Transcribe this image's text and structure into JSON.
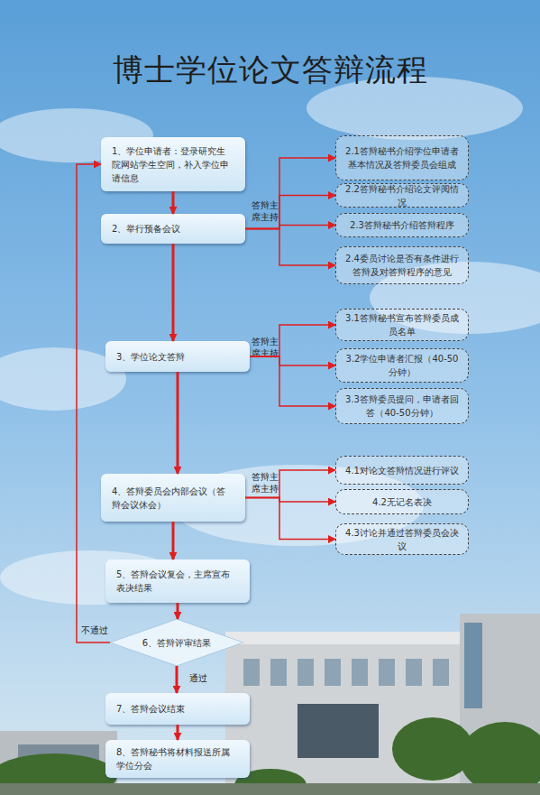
{
  "diagram": {
    "title": "博士学位论文答辩流程",
    "nodes": [
      {
        "text": [
          "1、学位申请者：登录研究生院网站学生空间，补入学位申请信息"
        ]
      },
      {
        "text": [
          "2、举行预备会议"
        ]
      },
      {
        "text": [
          "2.1答辩秘书介绍学位申请者基本情况及答辩委员会组成"
        ]
      },
      {
        "text": [
          "2.2答辩秘书介绍论文评阅情况"
        ]
      },
      {
        "text": [
          "2.3答辩秘书介绍答辩程序"
        ]
      },
      {
        "text": [
          "2.4委员讨论是否有条件进行答辩及对答辩程序的意见"
        ]
      },
      {
        "text": [
          "3、学位论文答辩"
        ]
      },
      {
        "text": [
          "3.1答辩秘书宣布答辩委员成员名单"
        ]
      },
      {
        "text": [
          "3.2学位申请者汇报（40-50分钟）"
        ]
      },
      {
        "text": [
          "3.3答辩委员提问，申请者回答（40-50分钟）"
        ]
      },
      {
        "text": [
          "4、答辩委员会内部会议（答辩会议休会）"
        ]
      },
      {
        "text": [
          "4.1对论文答辩情况进行评议"
        ]
      },
      {
        "text": [
          "4.2无记名表决"
        ]
      },
      {
        "text": [
          "4.3讨论并通过答辩委员会决议"
        ]
      },
      {
        "text": [
          "5、答辩会议复会，主席宣布表决结果"
        ]
      },
      {
        "text": [
          "6、答辩评审结果"
        ]
      },
      {
        "text": [
          "7、答辩会议结束"
        ]
      },
      {
        "text": [
          "8、答辩秘书将材料报送所属学位分会"
        ]
      }
    ],
    "edges": [
      {
        "from": 0,
        "to": 1,
        "arrow": "to"
      },
      {
        "from": 1,
        "to": 2,
        "arrow": "to"
      },
      {
        "from": 1,
        "to": 3,
        "arrow": "to"
      },
      {
        "from": 1,
        "to": 4,
        "arrow": "to"
      },
      {
        "from": 1,
        "to": 5,
        "arrow": "to"
      },
      {
        "from": 1,
        "to": 6,
        "arrow": "to"
      },
      {
        "from": 6,
        "to": 7,
        "arrow": "to"
      },
      {
        "from": 6,
        "to": 8,
        "arrow": "to"
      },
      {
        "from": 6,
        "to": 9,
        "arrow": "to"
      },
      {
        "from": 6,
        "to": 10,
        "arrow": "to"
      },
      {
        "from": 10,
        "to": 11,
        "arrow": "to"
      },
      {
        "from": 10,
        "to": 12,
        "arrow": "to"
      },
      {
        "from": 10,
        "to": 13,
        "arrow": "to"
      },
      {
        "from": 10,
        "to": 14,
        "arrow": "to"
      },
      {
        "from": 14,
        "to": 15,
        "arrow": "to"
      },
      {
        "from": 15,
        "to": 16,
        "label": "通过",
        "arrow": "to"
      },
      {
        "from": 16,
        "to": 17,
        "arrow": "to"
      },
      {
        "from": 15,
        "to": 0,
        "label": "不通过",
        "arrow": "to"
      }
    ],
    "labels": [
      "答辩主席主持",
      "答辩主席主持",
      "答辩主席主持"
    ]
  }
}
